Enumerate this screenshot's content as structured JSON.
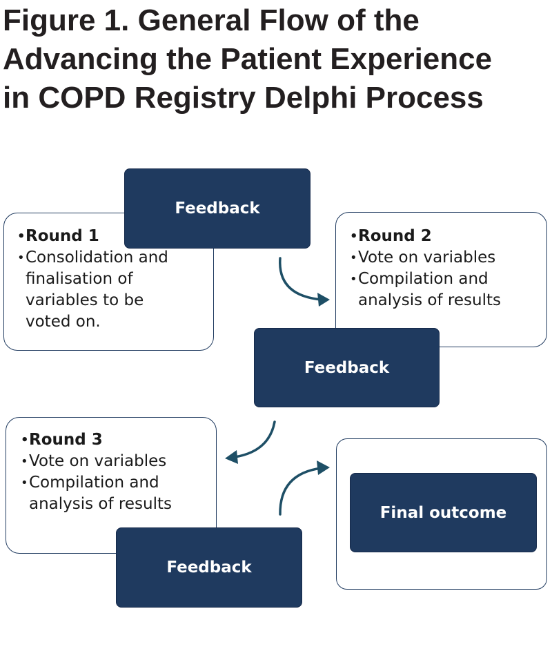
{
  "title": {
    "line1": "Figure 1. General Flow of the",
    "line2": "Advancing the Patient Experience",
    "line3": "in COPD Registry Delphi Process"
  },
  "round1": {
    "heading": "Round 1",
    "items": [
      "Consolidation and",
      "finalisation of",
      "variables to be",
      "voted on."
    ]
  },
  "round2": {
    "heading": "Round 2",
    "items": [
      "Vote on variables",
      "Compilation and",
      "analysis of results"
    ]
  },
  "round3": {
    "heading": "Round 3",
    "items": [
      "Vote on variables",
      "Compilation and",
      "analysis of results"
    ]
  },
  "feedback_label": "Feedback",
  "final_outcome_label": "Final outcome",
  "colors": {
    "navy": "#1f3a5f",
    "arrow": "#1e4f66",
    "title": "#231f20"
  }
}
